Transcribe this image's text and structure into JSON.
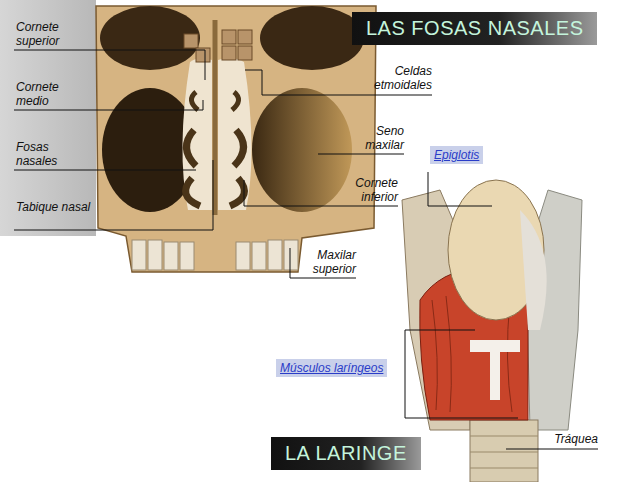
{
  "diagram": {
    "nodes": [
      {
        "text": [
          "LAS FOSAS NASALES"
        ]
      },
      {
        "text": [
          "Epiglotis"
        ]
      },
      {
        "text": [
          "Músculos laríngeos"
        ]
      },
      {
        "text": [
          "LA LARINGE"
        ]
      }
    ],
    "labels": [
      "Cornete superior",
      "Cornete medio",
      "Fosas nasales",
      "Tabique nasal",
      "Celdas etmoidales",
      "Seno maxilar",
      "Cornete inferior",
      "Maxilar superior",
      "Tráquea"
    ]
  }
}
